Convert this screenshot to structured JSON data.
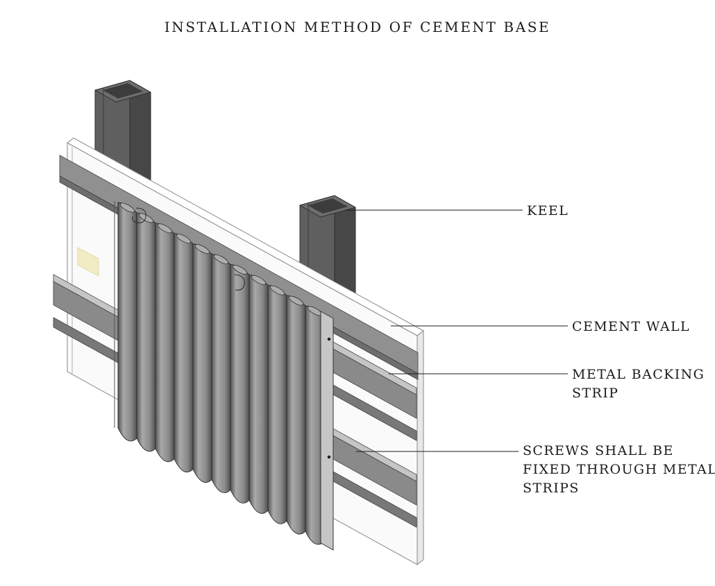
{
  "page": {
    "title": "INSTALLATION METHOD OF CEMENT BASE",
    "background": "#ffffff"
  },
  "diagram": {
    "type": "axonometric-construction-detail",
    "subject": "cement base cladding installation",
    "annotations": [
      {
        "id": "keel",
        "label_lines": [
          "KEEL"
        ]
      },
      {
        "id": "cement-wall",
        "label_lines": [
          "CEMENT WALL"
        ]
      },
      {
        "id": "metal-backing-strip",
        "label_lines": [
          "METAL BACKING",
          "STRIP"
        ]
      },
      {
        "id": "screws-note",
        "label_lines": [
          "SCREWS SHALL BE",
          "FIXED THROUGH METAL",
          "STRIPS"
        ]
      }
    ],
    "screw_count_visible": 2,
    "colors": {
      "line": "#1b1b1b",
      "keel_steel": "#5f5f5f",
      "keel_steel_dark": "#474747",
      "keel_steel_top": "#6d6d6d",
      "panel_face": "#fafafa",
      "panel_edge": "#ffffff",
      "strip_gray": "#8a8a8a",
      "strip_top": "#c5c5c5",
      "strip_flange": "#787878",
      "corrugation_light": "#a9a9a9",
      "corrugation_dark": "#515151",
      "trim_bar": "#c6c6c6",
      "accent_patch": "#f2ecc4"
    }
  }
}
